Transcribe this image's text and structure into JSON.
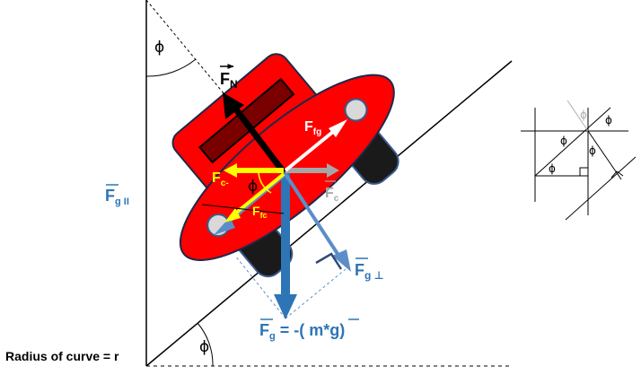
{
  "labels": {
    "fn": "F",
    "fn_sub": "N",
    "ffg": "F",
    "ffg_sub": "fg",
    "fc": "F",
    "fc_sub": "c",
    "fcminus": "F",
    "fcminus_sub": "c-",
    "ffc": "F",
    "ffc_sub": "fc",
    "fgpar": "F",
    "fgpar_sub": "g II",
    "fgperp": "F",
    "fgperp_sub": "g ⊥",
    "fg_main": "F",
    "fg_sub": "g",
    "fg_eq": " = -( m*g",
    "fg_g_close": ")",
    "radius": "Radius of curve = r",
    "phi": "ϕ"
  },
  "colors": {
    "car_red": "#ff0000",
    "window_dark": "#7a0000",
    "tire": "#1a1a1a",
    "normal_force": "#000000",
    "gravity_blue": "#2e75b6",
    "gravity_light_blue": "#5b8ec9",
    "yellow": "#ffff00",
    "friction_white": "#ffffff",
    "centripetal_gray": "#a6a6a6"
  },
  "icons": {
    "vector_arrow": "right-arrow-over-letter",
    "right_angle": "square-corner-marker"
  }
}
